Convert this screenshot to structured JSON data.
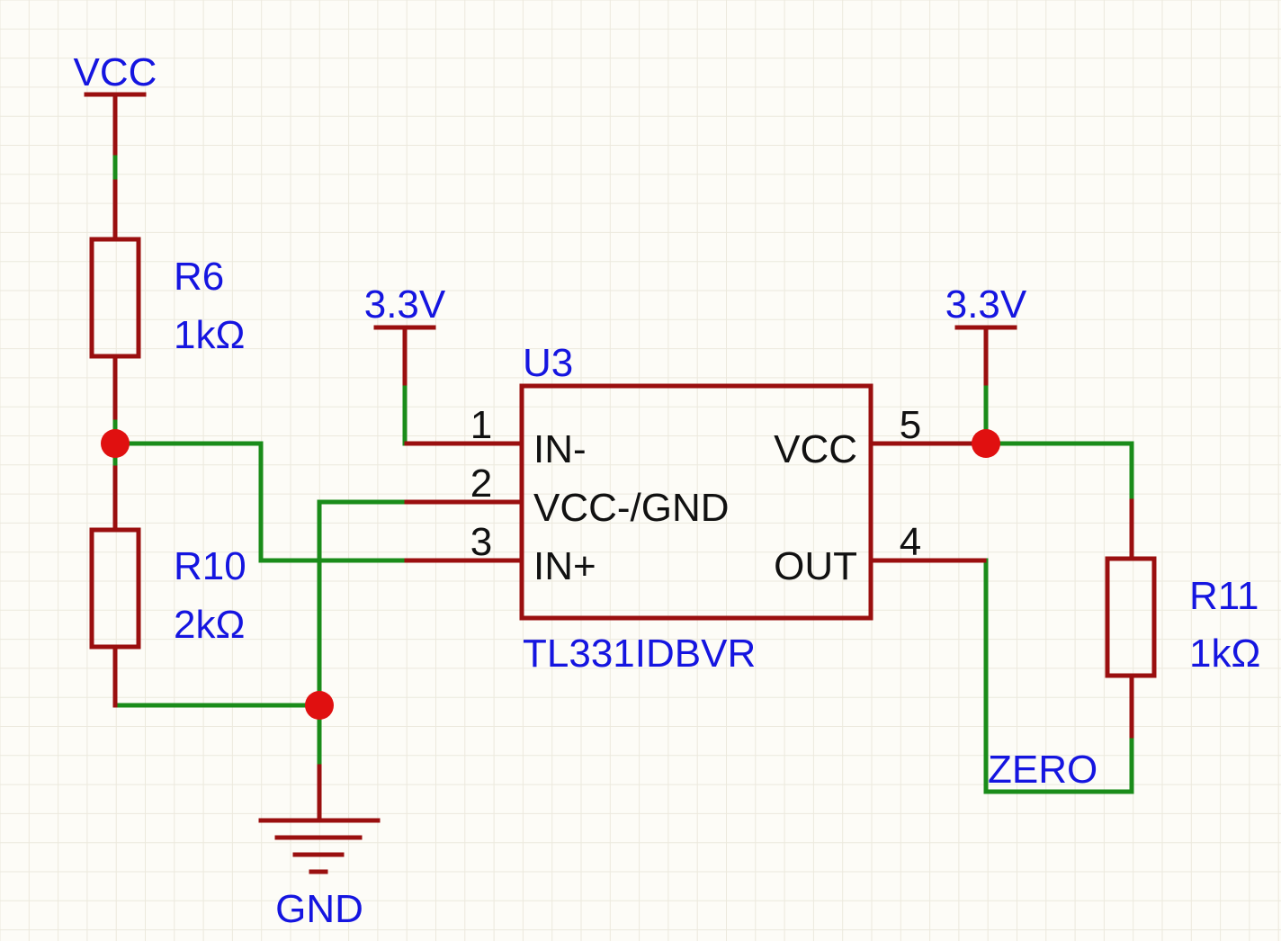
{
  "colors": {
    "background": "#fdfcf7",
    "grid": "#ece9dd",
    "component": "#9a0f0f",
    "wire": "#1a8c1a",
    "net_label": "#1515e0",
    "pin_text": "#111111",
    "junction": "#e01010"
  },
  "power": {
    "vcc_top": "VCC",
    "v33_left": "3.3V",
    "v33_right": "3.3V",
    "gnd": "GND"
  },
  "resistors": {
    "r6": {
      "ref": "R6",
      "value": "1kΩ"
    },
    "r10": {
      "ref": "R10",
      "value": "2kΩ"
    },
    "r11": {
      "ref": "R11",
      "value": "1kΩ"
    }
  },
  "ic": {
    "ref": "U3",
    "part": "TL331IDBVR",
    "pins": [
      {
        "num": "1",
        "name": "IN-"
      },
      {
        "num": "2",
        "name": "VCC-/GND"
      },
      {
        "num": "3",
        "name": "IN+"
      },
      {
        "num": "5",
        "name": "VCC"
      },
      {
        "num": "4",
        "name": "OUT"
      }
    ]
  },
  "net_labels": {
    "zero": "ZERO"
  }
}
